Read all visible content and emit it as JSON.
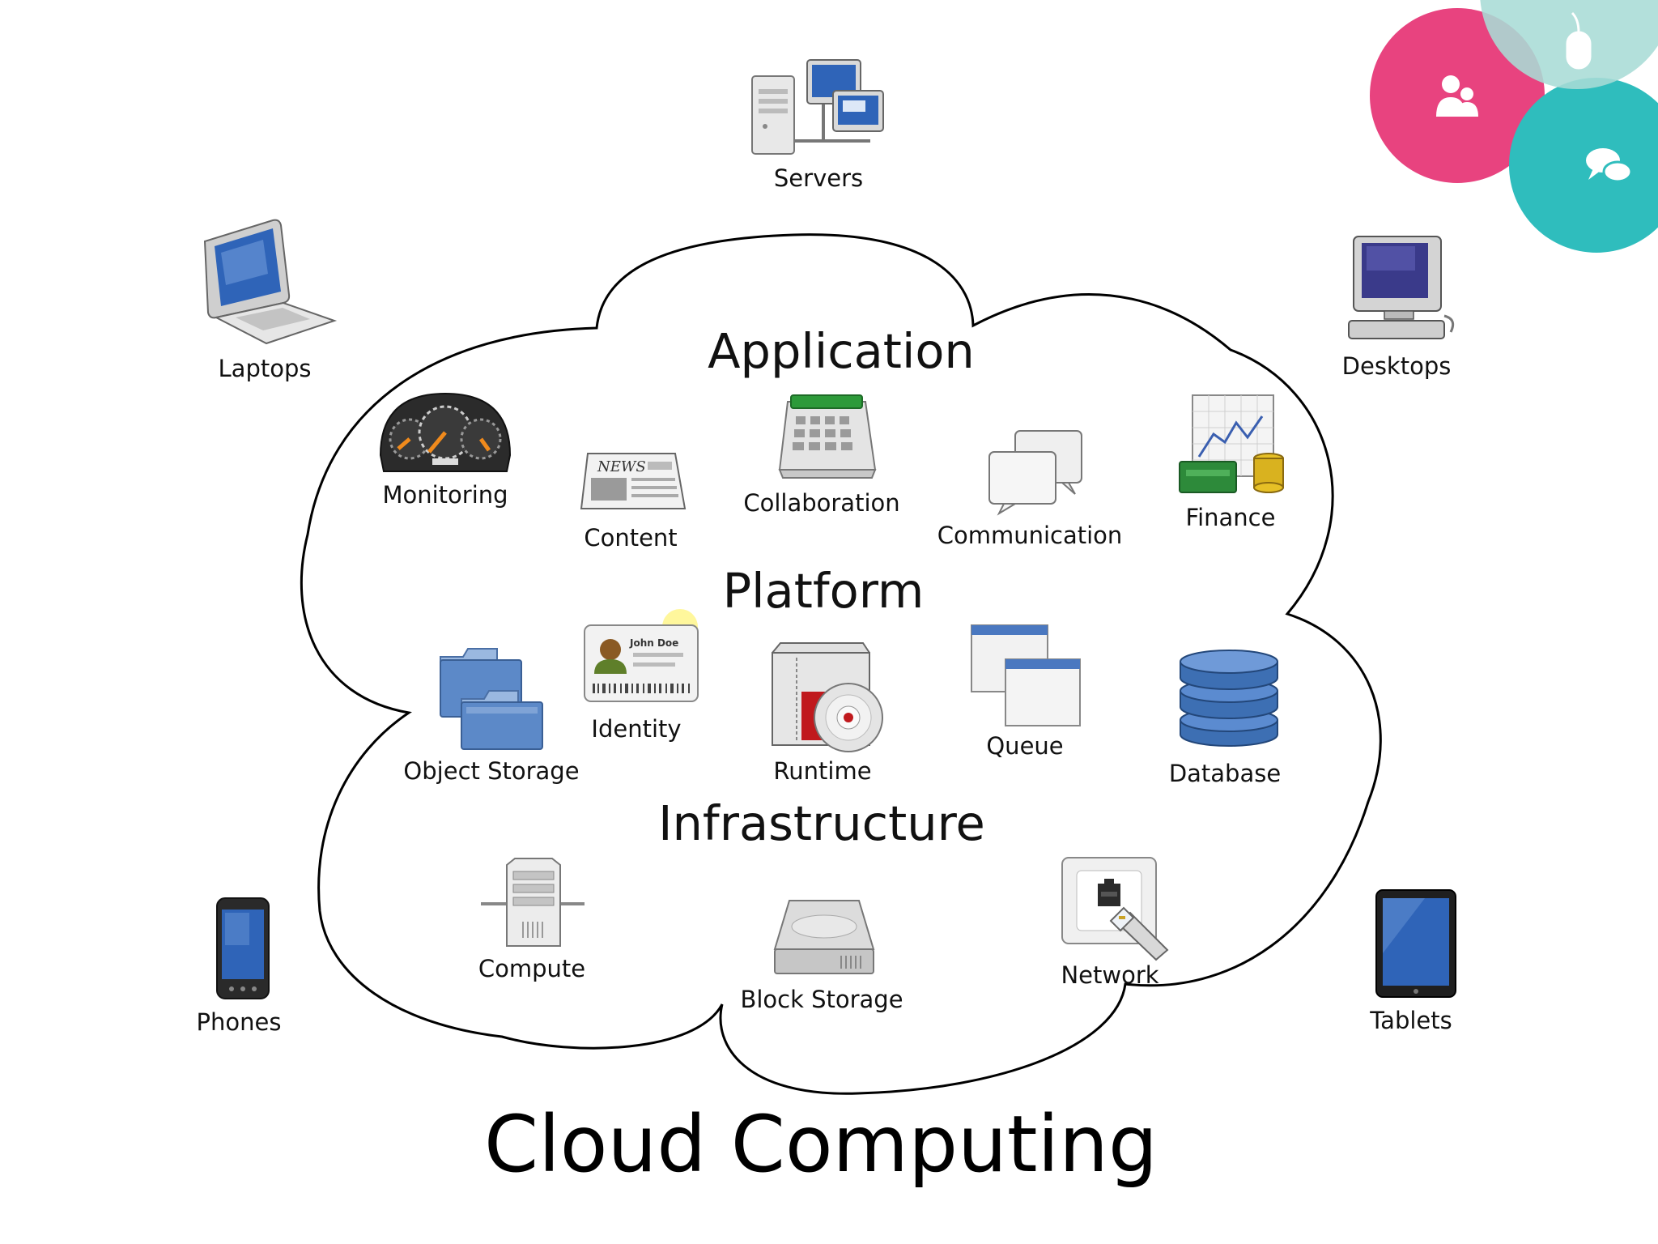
{
  "title": "Cloud Computing",
  "sections": {
    "application": "Application",
    "platform": "Platform",
    "infrastructure": "Infrastructure"
  },
  "clients": {
    "servers": "Servers",
    "laptops": "Laptops",
    "desktops": "Desktops",
    "phones": "Phones",
    "tablets": "Tablets"
  },
  "application": {
    "monitoring": "Monitoring",
    "content": "Content",
    "collaboration": "Collaboration",
    "communication": "Communication",
    "finance": "Finance"
  },
  "platform": {
    "identity": "Identity",
    "object_storage": "Object Storage",
    "runtime": "Runtime",
    "queue": "Queue",
    "database": "Database"
  },
  "infrastructure": {
    "compute": "Compute",
    "block_storage": "Block Storage",
    "network": "Network"
  },
  "icon_text": {
    "news": "NEWS",
    "id_name": "John Doe"
  },
  "colors": {
    "cloud_stroke": "#000000",
    "corner_pink": "#e8437f",
    "corner_teal": "#2fbdbd",
    "corner_mint": "#a9dcd6",
    "screen_blue": "#2f64b8",
    "folder_blue": "#5c89c8",
    "database_blue": "#3d6fb3",
    "calendar_green": "#2d9a3a",
    "runtime_red": "#c0191d"
  }
}
